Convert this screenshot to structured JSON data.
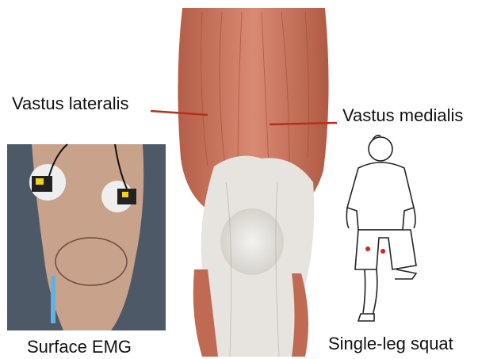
{
  "labels": {
    "vastus_lateralis": "Vastus lateralis",
    "vastus_medialis": "Vastus medialis",
    "surface_emg": "Surface EMG",
    "single_leg_squat": "Single-leg squat"
  },
  "colors": {
    "leader_line": "#b5301b",
    "muscle": "#c8705a",
    "muscle_dark": "#a4503d",
    "tendon": "#e8e6e2",
    "skin": "#c9a48e",
    "floor": "#4f5a6b",
    "electrode_marker": "#e0201a"
  },
  "icons": [
    "knee-anatomy-illustration",
    "emg-photo",
    "squat-figure-illustration"
  ]
}
